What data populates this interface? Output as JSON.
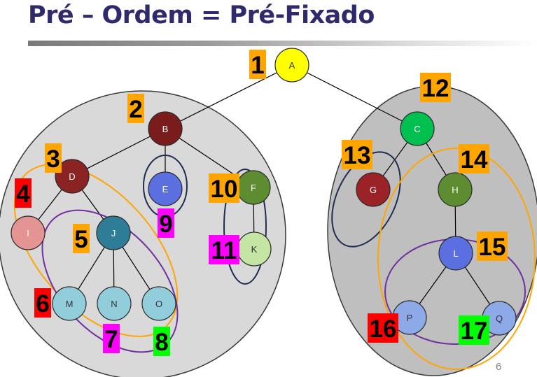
{
  "slide": {
    "title": "Pré – Ordem = Pré-Fixado",
    "page_number": "6"
  },
  "colors": {
    "title": "#2E2A6B",
    "subtree_fill_left": "#D9D9D9",
    "subtree_fill_right": "#BFBFBF",
    "ring_orange": "#FFA500",
    "ring_purple": "#7030A0",
    "ring_navy": "#1F2D50",
    "badge_orange": "#FFA500",
    "badge_red": "#FF0000",
    "badge_magenta": "#FF00FF",
    "badge_green": "#00FF00"
  },
  "tree": {
    "nodes": [
      {
        "id": "A",
        "label": "A",
        "fill": "#FFFF00",
        "text": "dark"
      },
      {
        "id": "B",
        "label": "B",
        "fill": "#7B1C1C",
        "text": "light"
      },
      {
        "id": "C",
        "label": "C",
        "fill": "#00C050",
        "text": "light"
      },
      {
        "id": "D",
        "label": "D",
        "fill": "#8B2323",
        "text": "light"
      },
      {
        "id": "E",
        "label": "E",
        "fill": "#5B6FE0",
        "text": "light"
      },
      {
        "id": "F",
        "label": "F",
        "fill": "#5E8C31",
        "text": "light"
      },
      {
        "id": "G",
        "label": "G",
        "fill": "#9B2226",
        "text": "light"
      },
      {
        "id": "H",
        "label": "H",
        "fill": "#5E8C31",
        "text": "light"
      },
      {
        "id": "I",
        "label": "I",
        "fill": "#E59494",
        "text": "light"
      },
      {
        "id": "J",
        "label": "J",
        "fill": "#2E7D96",
        "text": "light"
      },
      {
        "id": "K",
        "label": "K",
        "fill": "#C5E5A5",
        "text": "dark"
      },
      {
        "id": "L",
        "label": "L",
        "fill": "#5B6FE0",
        "text": "light"
      },
      {
        "id": "M",
        "label": "M",
        "fill": "#92CDDC",
        "text": "dark"
      },
      {
        "id": "N",
        "label": "N",
        "fill": "#92CDDC",
        "text": "dark"
      },
      {
        "id": "O",
        "label": "O",
        "fill": "#92CDDC",
        "text": "dark"
      },
      {
        "id": "P",
        "label": "P",
        "fill": "#8EA9E8",
        "text": "dark"
      },
      {
        "id": "Q",
        "label": "Q",
        "fill": "#8EA9E8",
        "text": "dark"
      }
    ],
    "edges": [
      [
        "A",
        "B"
      ],
      [
        "A",
        "C"
      ],
      [
        "B",
        "D"
      ],
      [
        "B",
        "E"
      ],
      [
        "B",
        "F"
      ],
      [
        "D",
        "I"
      ],
      [
        "D",
        "J"
      ],
      [
        "J",
        "M"
      ],
      [
        "J",
        "N"
      ],
      [
        "J",
        "O"
      ],
      [
        "F",
        "K"
      ],
      [
        "C",
        "G"
      ],
      [
        "C",
        "H"
      ],
      [
        "H",
        "L"
      ],
      [
        "L",
        "P"
      ],
      [
        "L",
        "Q"
      ]
    ]
  },
  "visit_order": [
    {
      "label": "1",
      "node": "A",
      "color": "orange"
    },
    {
      "label": "2",
      "node": "B",
      "color": "orange"
    },
    {
      "label": "3",
      "node": "D",
      "color": "orange"
    },
    {
      "label": "4",
      "node": "I",
      "color": "red"
    },
    {
      "label": "5",
      "node": "J",
      "color": "orange"
    },
    {
      "label": "6",
      "node": "M",
      "color": "red"
    },
    {
      "label": "7",
      "node": "N",
      "color": "magenta"
    },
    {
      "label": "8",
      "node": "O",
      "color": "green"
    },
    {
      "label": "9",
      "node": "E",
      "color": "magenta"
    },
    {
      "label": "10",
      "node": "F",
      "color": "orange"
    },
    {
      "label": "11",
      "node": "K",
      "color": "magenta"
    },
    {
      "label": "12",
      "node": "C",
      "color": "orange"
    },
    {
      "label": "13",
      "node": "G",
      "color": "orange"
    },
    {
      "label": "14",
      "node": "H",
      "color": "orange"
    },
    {
      "label": "15",
      "node": "L",
      "color": "orange"
    },
    {
      "label": "16",
      "node": "P",
      "color": "red"
    },
    {
      "label": "17",
      "node": "Q",
      "color": "green"
    }
  ]
}
